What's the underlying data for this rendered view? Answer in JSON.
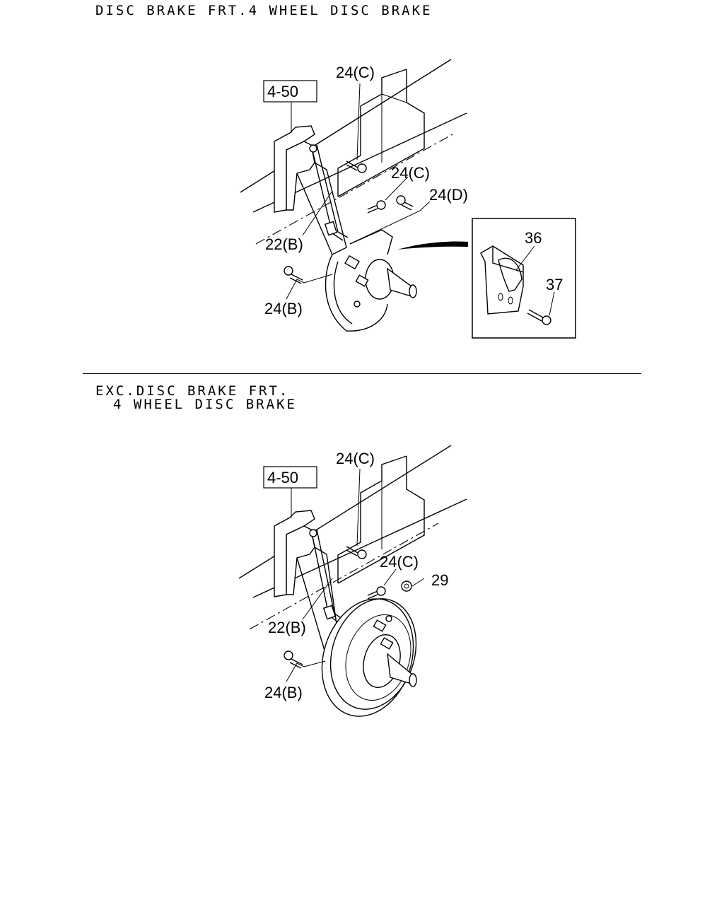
{
  "sections": [
    {
      "heading": "DISC BRAKE FRT.4 WHEEL DISC BRAKE",
      "labels": {
        "ref": "4-50",
        "bolt_top": "24(C)",
        "bolt_mid": "24(C)",
        "bolt_d": "24(D)",
        "hose": "22(B)",
        "bolt_low": "24(B)",
        "bracket": "36",
        "bracket_bolt": "37"
      }
    },
    {
      "heading_line1": "EXC.DISC BRAKE FRT.",
      "heading_line2": "4 WHEEL DISC BRAKE",
      "labels": {
        "ref": "4-50",
        "bolt_top": "24(C)",
        "bolt_mid": "24(C)",
        "nut": "29",
        "hose": "22(B)",
        "bolt_low": "24(B)"
      }
    }
  ]
}
